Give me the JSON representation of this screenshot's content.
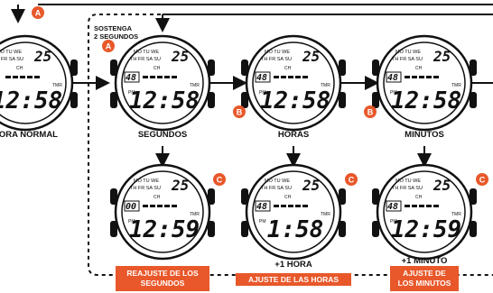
{
  "badges": {
    "A": "A",
    "B": "B",
    "C": "C"
  },
  "hold_note": {
    "line1": "SOSTENGA",
    "line2": "2 SEGUNDOS"
  },
  "watch_text": {
    "days_top": "MO TU WE",
    "days_bottom": "TH FR SA SU",
    "ch": "CH",
    "tmr": "TMR",
    "pm": "PM",
    "date": "25"
  },
  "watches": [
    {
      "id": "normal",
      "seconds": "",
      "time": "12:58",
      "caption": "HORA NORMAL"
    },
    {
      "id": "segundos",
      "seconds": "48",
      "time": "12:58",
      "caption": "SEGUNDOS"
    },
    {
      "id": "horas",
      "seconds": "48",
      "time": "12:58",
      "caption": "HORAS"
    },
    {
      "id": "minutos",
      "seconds": "48",
      "time": "12:58",
      "caption": "MINUTOS"
    },
    {
      "id": "adj-seg",
      "seconds": "00",
      "time": "12:59",
      "caption": ""
    },
    {
      "id": "adj-horas",
      "seconds": "48",
      "time": "1:58",
      "caption": "+1 HORA"
    },
    {
      "id": "adj-minutos",
      "seconds": "48",
      "time": "12:59",
      "caption": "+1 MINUTO"
    }
  ],
  "labels": {
    "reajuste_1": "REAJUSTE DE LOS",
    "reajuste_2": "SEGUNDOS",
    "ajuste_horas": "AJUSTE DE LAS HORAS",
    "ajuste_min_1": "AJUSTE DE",
    "ajuste_min_2": "LOS MINUTOS"
  },
  "colors": {
    "accent": "#e8582a",
    "ink": "#111111",
    "line": "#222222"
  }
}
